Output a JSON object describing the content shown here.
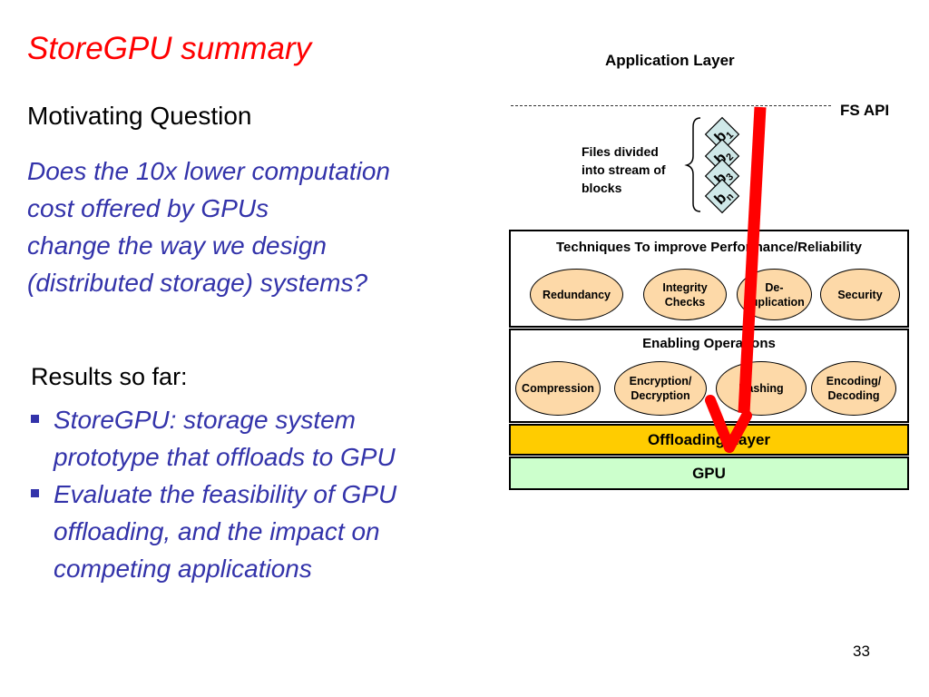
{
  "slide": {
    "title": "StoreGPU summary",
    "motivating_heading": "Motivating Question",
    "question_lines": [
      "Does the 10x lower computation",
      "cost offered by GPUs",
      "change the way we design",
      "(distributed storage) systems?"
    ],
    "results_heading": "Results so far:",
    "bullets": [
      {
        "lines": [
          "StoreGPU: storage system",
          "prototype that offloads to GPU"
        ]
      },
      {
        "lines": [
          "Evaluate the feasibility of GPU",
          "offloading, and the impact on",
          "competing applications"
        ]
      }
    ],
    "page_number": "33"
  },
  "diagram": {
    "application_layer": "Application Layer",
    "fs_api": "FS API",
    "files_label_lines": [
      "Files divided",
      "into stream of",
      "blocks"
    ],
    "blocks": [
      "b",
      "1",
      "b",
      "2",
      "b",
      "3",
      "b",
      "n"
    ],
    "techniques_title": "Techniques To improve Performance/Reliability",
    "techniques": [
      {
        "lines": [
          "Redundancy"
        ]
      },
      {
        "lines": [
          "Integrity",
          "Checks"
        ]
      },
      {
        "lines": [
          "De-",
          "duplication"
        ]
      },
      {
        "lines": [
          "Security"
        ]
      }
    ],
    "enabling_title": "Enabling Operations",
    "operations": [
      {
        "lines": [
          "Compression"
        ]
      },
      {
        "lines": [
          "Encryption/",
          "Decryption"
        ]
      },
      {
        "lines": [
          "Hashing"
        ]
      },
      {
        "lines": [
          "Encoding/",
          "Decoding"
        ]
      }
    ],
    "offloading_layer": "Offloading Layer",
    "gpu": "GPU",
    "colors": {
      "title_red": "#ff0000",
      "text_blue": "#3333aa",
      "ellipse_fill": "#fdd9a8",
      "offloading_fill": "#ffcc00",
      "gpu_fill": "#ccffcc",
      "block_fill": "#cfe8e8",
      "arrow_red": "#ff0000"
    }
  }
}
